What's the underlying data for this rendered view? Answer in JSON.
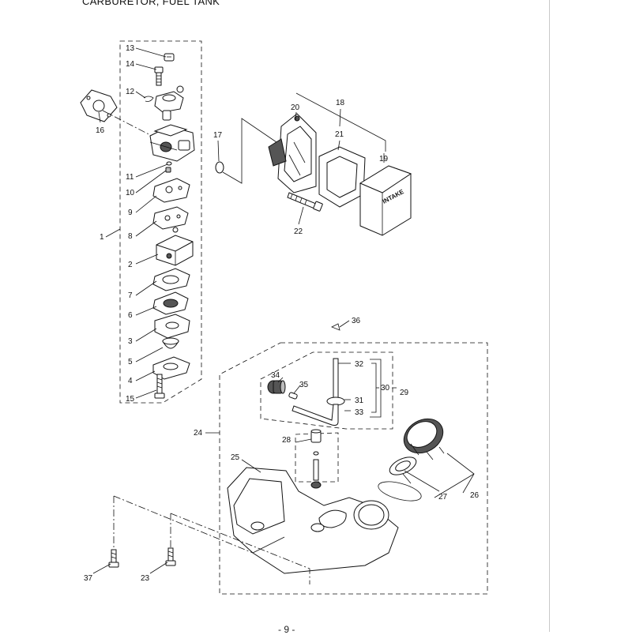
{
  "header": {
    "title": "CARBURETOR, FUEL TANK"
  },
  "footer": {
    "page_number": "- 9 -"
  },
  "intake_text": "INTAKE",
  "callouts": [
    {
      "id": "c13",
      "label": "13"
    },
    {
      "id": "c14",
      "label": "14"
    },
    {
      "id": "c12",
      "label": "12"
    },
    {
      "id": "c16",
      "label": "16"
    },
    {
      "id": "c11",
      "label": "11"
    },
    {
      "id": "c10",
      "label": "10"
    },
    {
      "id": "c9",
      "label": "9"
    },
    {
      "id": "c8",
      "label": "8"
    },
    {
      "id": "c1",
      "label": "1"
    },
    {
      "id": "c2",
      "label": "2"
    },
    {
      "id": "c7",
      "label": "7"
    },
    {
      "id": "c6",
      "label": "6"
    },
    {
      "id": "c3",
      "label": "3"
    },
    {
      "id": "c5",
      "label": "5"
    },
    {
      "id": "c4",
      "label": "4"
    },
    {
      "id": "c15",
      "label": "15"
    },
    {
      "id": "c17",
      "label": "17"
    },
    {
      "id": "c20",
      "label": "20"
    },
    {
      "id": "c18",
      "label": "18"
    },
    {
      "id": "c21",
      "label": "21"
    },
    {
      "id": "c19",
      "label": "19"
    },
    {
      "id": "c22",
      "label": "22"
    },
    {
      "id": "c36",
      "label": "36"
    },
    {
      "id": "c32",
      "label": "32"
    },
    {
      "id": "c34",
      "label": "34"
    },
    {
      "id": "c35",
      "label": "35"
    },
    {
      "id": "c30",
      "label": "30"
    },
    {
      "id": "c29",
      "label": "29"
    },
    {
      "id": "c31",
      "label": "31"
    },
    {
      "id": "c33",
      "label": "33"
    },
    {
      "id": "c24",
      "label": "24"
    },
    {
      "id": "c28",
      "label": "28"
    },
    {
      "id": "c25",
      "label": "25"
    },
    {
      "id": "c27",
      "label": "27"
    },
    {
      "id": "c26",
      "label": "26"
    },
    {
      "id": "c37",
      "label": "37"
    },
    {
      "id": "c23",
      "label": "23"
    }
  ]
}
